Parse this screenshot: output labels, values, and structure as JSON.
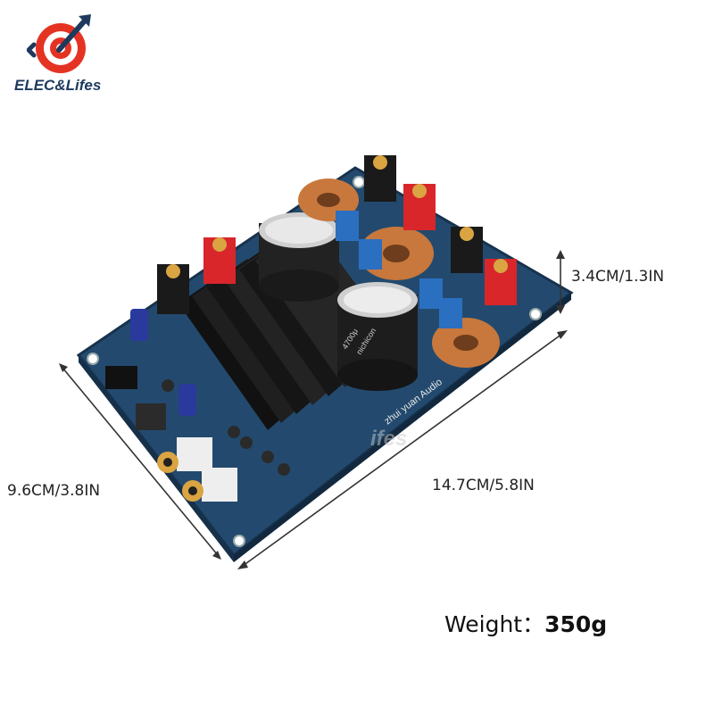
{
  "logo": {
    "text": "ELEC&Lifes"
  },
  "dimensions": {
    "height": "3.4CM/1.3IN",
    "width": "9.6CM/3.8IN",
    "length": "14.7CM/5.8IN"
  },
  "weight": {
    "label": "Weight：",
    "value": "350g"
  },
  "board": {
    "silkscreen": "zhui yuan Audio"
  },
  "capacitor": {
    "brand": "nichicon",
    "marking": "4700μ"
  },
  "watermark": "ifes",
  "colors": {
    "pcb": "#234a6e",
    "heatsink": "#1c1c1c",
    "copper": "#c8783c",
    "red_terminal": "#d8262a",
    "logo_red": "#e53323",
    "logo_navy": "#1d3a5e"
  }
}
